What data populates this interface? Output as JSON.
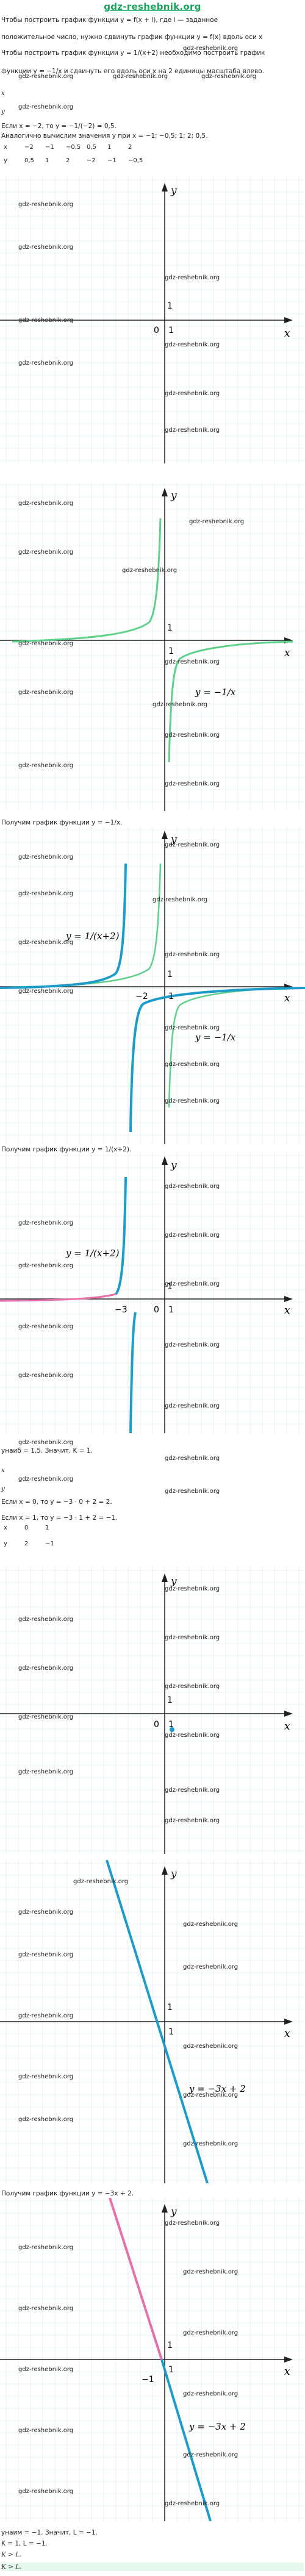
{
  "brand": "gdz-reshebnik.org",
  "watermark": "gdz-reshebnik.org",
  "paragraphs": {
    "p1a": "Чтобы построить график функции y = f(x + l), где l — заданное",
    "p1b": "положительное число, нужно сдвинуть график функции y = f(x) вдоль оси x",
    "p2a": "Чтобы построить график функции y = 1/(x+2) необходимо построить график",
    "p2b": "функции y = −1/x и сдвинуть его вдоль оси x на 2 единицы масштаба влево.",
    "x_label": "x",
    "y_label": "y",
    "calc1": "Если x = −2, то y = −1/(−2) = 0,5.",
    "calc2": "Аналогично вычислим значения y при x = −1; −0,5; 1; 2; 0,5.",
    "got1": "Получим график функции y = −1/x.",
    "got2": "Получим график функции y = 1/(x+2).",
    "ymax": "yнаиб = 1,5. Значит, K = 1.",
    "if1": "Если x = 0, то y = −3 · 0 + 2 = 2.",
    "if2": "Если x = 1, то y = −3 · 1 + 2 = −1.",
    "got3": "Получим график функции y = −3x + 2.",
    "ymin": "yнаим = −1. Значит, L = −1.",
    "kl": "K = 1, L = −1.",
    "kgl1": "K > L.",
    "kgl2": "K > L."
  },
  "table1": {
    "x": [
      "x",
      "−2",
      "−1",
      "−0,5",
      "0,5",
      "1",
      "2"
    ],
    "y": [
      "y",
      "0,5",
      "1",
      "2",
      "−2",
      "−1",
      "−0,5"
    ]
  },
  "table2": {
    "x": [
      "x",
      "0",
      "1"
    ],
    "y": [
      "y",
      "2",
      "−1"
    ]
  },
  "graphs": {
    "axis_x": "x",
    "axis_y": "y",
    "tick_one": "1",
    "tick_zero": "0",
    "tick_neg1": "−1",
    "tick_neg2": "−2",
    "tick_neg3": "−3",
    "eq_hyper": "y = −1/x",
    "eq_shift": "y = 1/(x+2)",
    "eq_line": "y = −3x + 2"
  },
  "colors": {
    "brand": "#1aa35e",
    "green": "#5fd08a",
    "blue": "#1b9cc9",
    "pink": "#e870a8",
    "grid": "#cfe8f5"
  }
}
